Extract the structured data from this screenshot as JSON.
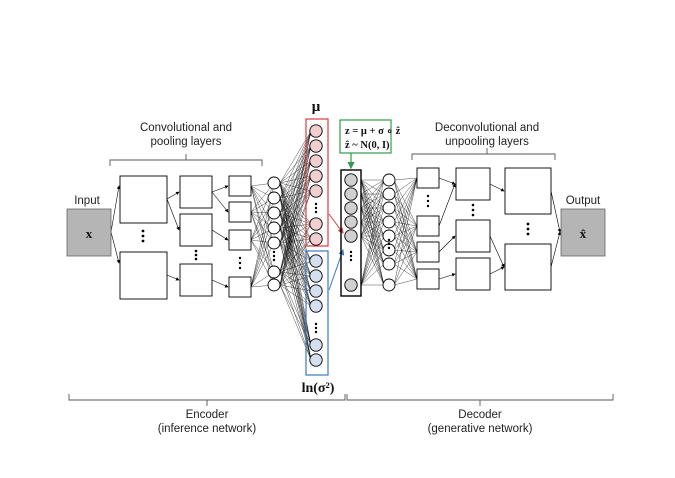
{
  "labels": {
    "input": "Input",
    "input_symbol": "x",
    "output": "Output",
    "output_symbol": "x̂",
    "conv_line1": "Convolutional and",
    "conv_line2": "pooling layers",
    "deconv_line1": "Deconvolutional and",
    "deconv_line2": "unpooling layers",
    "mu": "μ",
    "log_var": "ln(σ²)",
    "z_line1": "z = μ + σ ∘ ẑ",
    "z_line2": "ẑ ~ N(0, I)",
    "encoder_line1": "Encoder",
    "encoder_line2": "(inference network)",
    "decoder_line1": "Decoder",
    "decoder_line2": "(generative network)"
  },
  "colors": {
    "mu_box": "#e0393e",
    "mu_node": "#f2cfcf",
    "sigma_box": "#3a78c2",
    "sigma_node": "#d4e0f0",
    "z_box": "#2e9e4a",
    "z_arrow": "#2e9e4a",
    "z_node": "#d0d0d0",
    "io_fill": "#b5b5b5"
  }
}
